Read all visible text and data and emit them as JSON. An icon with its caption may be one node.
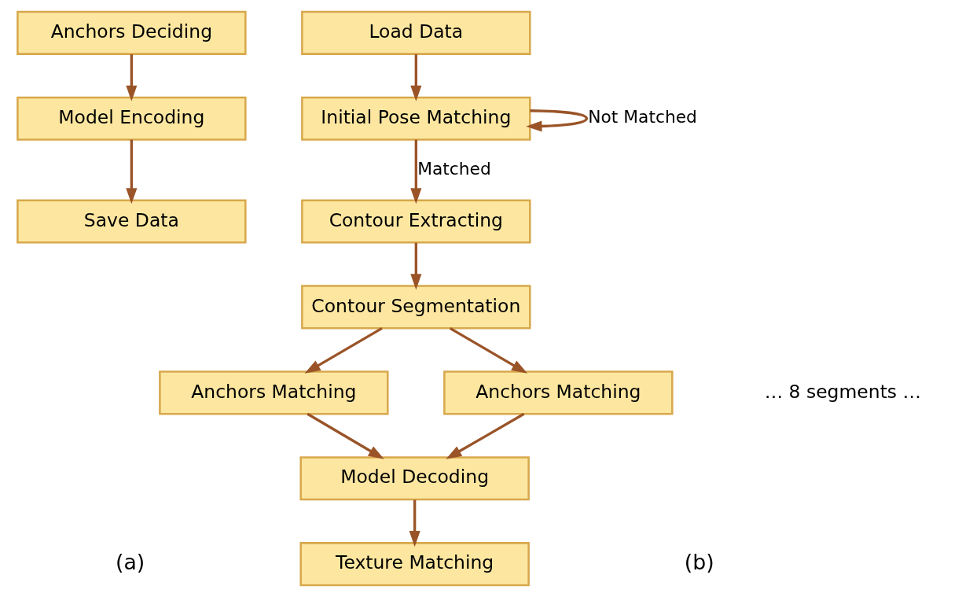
{
  "diagram": {
    "nodes": [
      {
        "text": [
          "Anchors Deciding"
        ]
      },
      {
        "text": [
          "Model Encoding"
        ]
      },
      {
        "text": [
          "Save Data"
        ]
      },
      {
        "text": [
          "Load Data"
        ]
      },
      {
        "text": [
          "Initial Pose Matching"
        ]
      },
      {
        "text": [
          "Contour Extracting"
        ]
      },
      {
        "text": [
          "Contour Segmentation"
        ]
      },
      {
        "text": [
          "Anchors Matching"
        ]
      },
      {
        "text": [
          "Anchors Matching"
        ]
      },
      {
        "text": [
          "Model Decoding"
        ]
      },
      {
        "text": [
          "Texture Matching"
        ]
      }
    ],
    "edges": [
      {
        "from": 0,
        "to": 1,
        "arrow": "to"
      },
      {
        "from": 1,
        "to": 2,
        "arrow": "to"
      },
      {
        "from": 3,
        "to": 4,
        "arrow": "to"
      },
      {
        "from": 4,
        "to": 4,
        "arrow": "to",
        "label": "Not Matched"
      },
      {
        "from": 4,
        "to": 5,
        "arrow": "to",
        "label": "Matched"
      },
      {
        "from": 5,
        "to": 6,
        "arrow": "to"
      },
      {
        "from": 6,
        "to": 7,
        "arrow": "to"
      },
      {
        "from": 6,
        "to": 8,
        "arrow": "to"
      },
      {
        "from": 7,
        "to": 9,
        "arrow": "to"
      },
      {
        "from": 8,
        "to": 9,
        "arrow": "to"
      },
      {
        "from": 9,
        "to": 10,
        "arrow": "to"
      }
    ],
    "labels": [
      "… 8 segments …",
      "(a)",
      "(b)"
    ]
  }
}
